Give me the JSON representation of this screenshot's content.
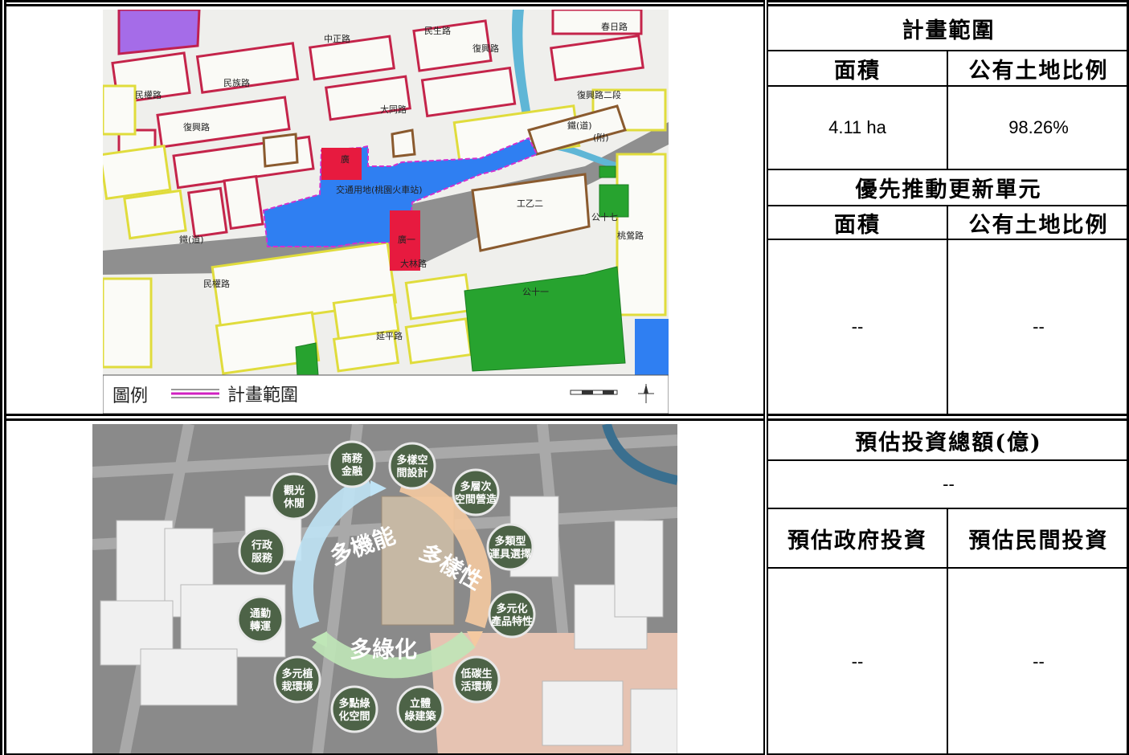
{
  "top": {
    "map": {
      "legend_label": "圖例",
      "legend_item": "計畫範圍",
      "labels": {
        "station": "交通用地(桃園火車站)",
        "plaza": "廣",
        "plaza1": "廣一",
        "park11": "公十一",
        "park17": "公十七",
        "industrial": "工乙二",
        "railway_left": "鐵(道)",
        "railway_right": "鐵(道)",
        "attached": "(附)",
        "road_datong": "大同路",
        "road_fuxing": "復興路",
        "road_fuxing2": "復興路",
        "road_dalin": "大林路",
        "road_yanping": "延平路",
        "road_zhongzheng": "中正路",
        "road_minzu": "民族路",
        "road_minsheng": "民生路",
        "road_minquan": "民權路",
        "road_chunri": "春日路",
        "road_taoying": "桃鶯路",
        "road_fuxing_sec2": "復興路二段",
        "road_minquan2": "民權路"
      }
    },
    "plan_scope": {
      "title": "計畫範圍",
      "area_header": "面積",
      "ratio_header": "公有土地比例",
      "area_value": "4.11 ha",
      "ratio_value": "98.26%"
    },
    "priority_unit": {
      "title": "優先推動更新單元",
      "area_header": "面積",
      "ratio_header": "公有土地比例",
      "area_value": "--",
      "ratio_value": "--"
    }
  },
  "bottom": {
    "render": {
      "ring_labels": [
        "多機能",
        "多樣性",
        "多綠化"
      ],
      "bubbles": [
        {
          "line1": "商務",
          "line2": "金融"
        },
        {
          "line1": "多樣空",
          "line2": "間設計"
        },
        {
          "line1": "多層次",
          "line2": "空間營造"
        },
        {
          "line1": "多類型",
          "line2": "運具選擇"
        },
        {
          "line1": "多元化",
          "line2": "產品特性"
        },
        {
          "line1": "低碳生",
          "line2": "活環境"
        },
        {
          "line1": "立體",
          "line2": "綠建築"
        },
        {
          "line1": "多點綠",
          "line2": "化空間"
        },
        {
          "line1": "多元植",
          "line2": "栽環境"
        },
        {
          "line1": "通勤",
          "line2": "轉運"
        },
        {
          "line1": "行政",
          "line2": "服務"
        },
        {
          "line1": "觀光",
          "line2": "休閒"
        }
      ]
    },
    "investment": {
      "total_title": "預估投資總額(億)",
      "total_value": "--",
      "gov_header": "預估政府投資",
      "private_header": "預估民間投資",
      "gov_value": "--",
      "private_value": "--"
    }
  }
}
